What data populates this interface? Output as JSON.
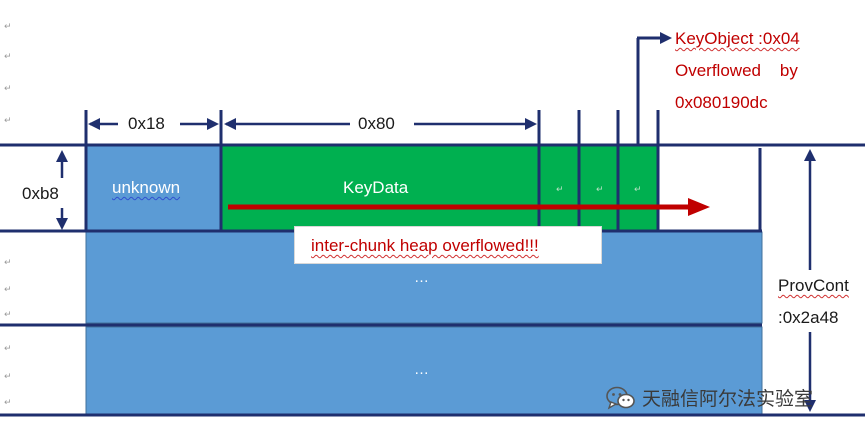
{
  "labels": {
    "size_unknown": "0x18",
    "size_keydata": "0x80",
    "height": "0xb8",
    "unknown": "unknown",
    "keydata": "KeyData",
    "keyobject": "KeyObject :0x04",
    "overflowed_by": "Overflowed    by",
    "overflow_addr": "0x080190dc",
    "inter_chunk": "inter-chunk heap overflowed!!!",
    "dots_row2": "…",
    "dots_row3": "…",
    "provcont": "ProvCont",
    "provcont_size": ":0x2a48"
  },
  "watermark": {
    "text": "天融信阿尔法实验室",
    "icon": "wechat-icon"
  },
  "colors": {
    "blue_block": "#5b9bd5",
    "green_block": "#00b050",
    "arrow_red": "#c00000",
    "line_navy": "#1f2f6e",
    "text_red": "#c00000"
  }
}
